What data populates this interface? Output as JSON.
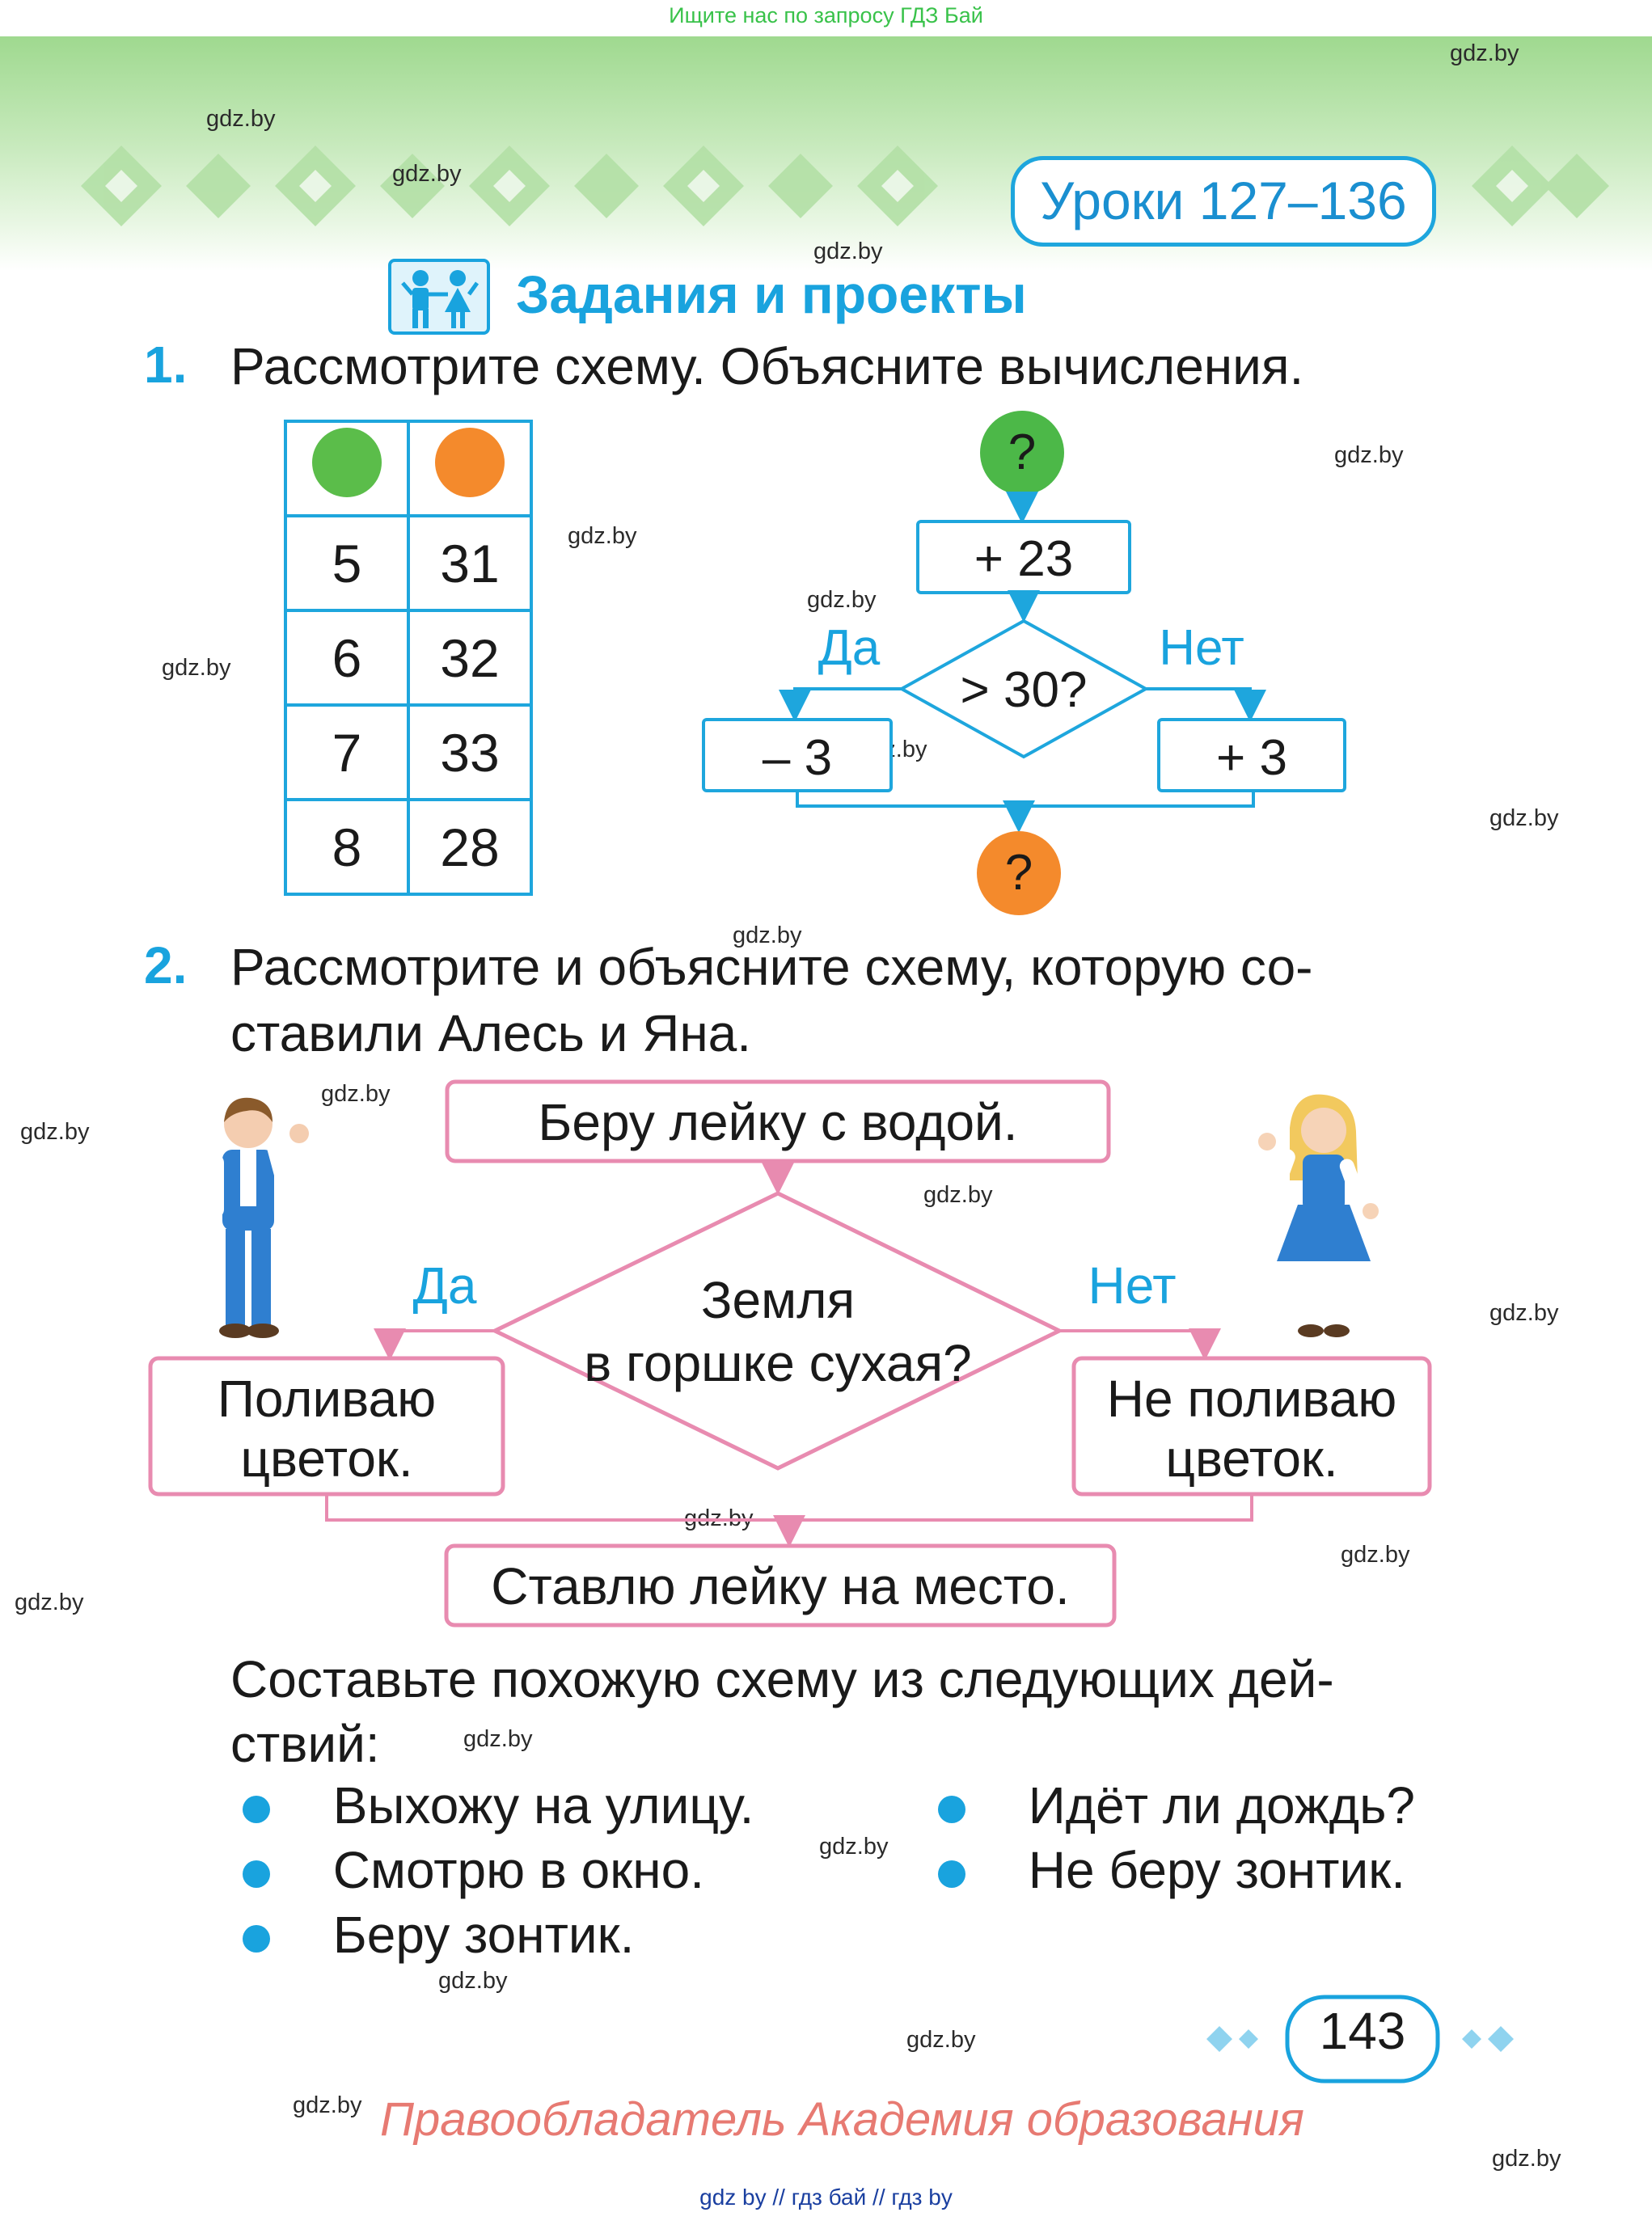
{
  "top_note": "Ищите нас по запросу ГДЗ Бай",
  "watermark": "gdz.by",
  "lesson_badge": "Уроки 127–136",
  "section_title": "Задания и проекты",
  "task1": {
    "number": "1.",
    "text": "Рассмотрите схему. Объясните вычисления.",
    "table_rows": [
      {
        "green": "5",
        "orange": "31"
      },
      {
        "green": "6",
        "orange": "32"
      },
      {
        "green": "7",
        "orange": "33"
      },
      {
        "green": "8",
        "orange": "28"
      }
    ],
    "flow": {
      "start": "?",
      "add": "+ 23",
      "condition": "> 30?",
      "yes": "Да",
      "no": "Нет",
      "yes_action": "– 3",
      "no_action": "+ 3",
      "end": "?"
    }
  },
  "task2": {
    "number": "2.",
    "text_line1": "Рассмотрите и объясните схему, которую со-",
    "text_line2": "ставили Алесь и Яна.",
    "flow": {
      "start": "Беру лейку с водой.",
      "cond_line1": "Земля",
      "cond_line2": "в горшке сухая?",
      "yes": "Да",
      "no": "Нет",
      "yes_line1": "Поливаю",
      "yes_line2": "цветок.",
      "no_line1": "Не поливаю",
      "no_line2": "цветок.",
      "end": "Ставлю лейку на место."
    },
    "prompt_line1": "Составьте похожую схему из следующих дей-",
    "prompt_line2": "ствий:",
    "actions_left": [
      "Выхожу на улицу.",
      "Смотрю в окно.",
      "Беру зонтик."
    ],
    "actions_right": [
      "Идёт ли дождь?",
      "Не беру зонтик."
    ]
  },
  "page_number": "143",
  "copyright": "Правообладатель Академия образования",
  "footer": "gdz by  //  гдз бай  //  гдз by",
  "colors": {
    "accent_blue": "#19a3de",
    "pink": "#e88bb0",
    "green": "#5bbd4a",
    "orange": "#f48a2c"
  }
}
